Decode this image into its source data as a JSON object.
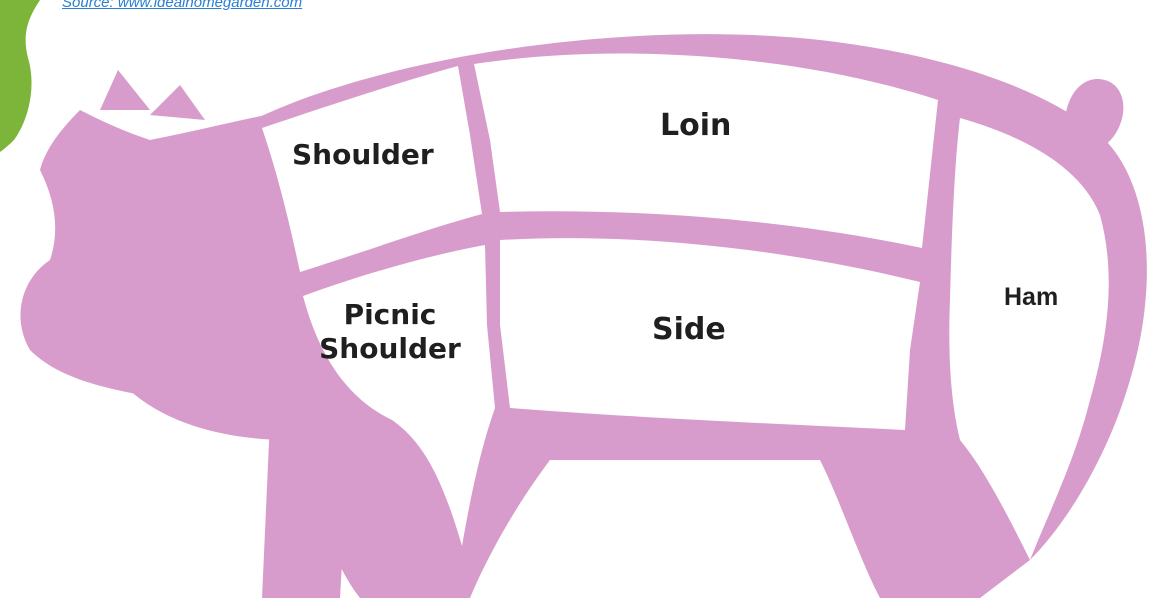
{
  "source": {
    "text": "Source: www.idealhomegarden.com",
    "color": "#2a7fd4"
  },
  "colors": {
    "pig": "#d79ccb",
    "sections": "#ffffff",
    "label_text": "#1f1f1f",
    "leaf_accent": "#7db43a"
  },
  "cuts": [
    {
      "lines": [
        "Shoulder"
      ]
    },
    {
      "lines": [
        "Loin"
      ]
    },
    {
      "lines": [
        "Picnic",
        "Shoulder"
      ]
    },
    {
      "lines": [
        "Side"
      ]
    },
    {
      "lines": [
        "Ham"
      ]
    }
  ]
}
